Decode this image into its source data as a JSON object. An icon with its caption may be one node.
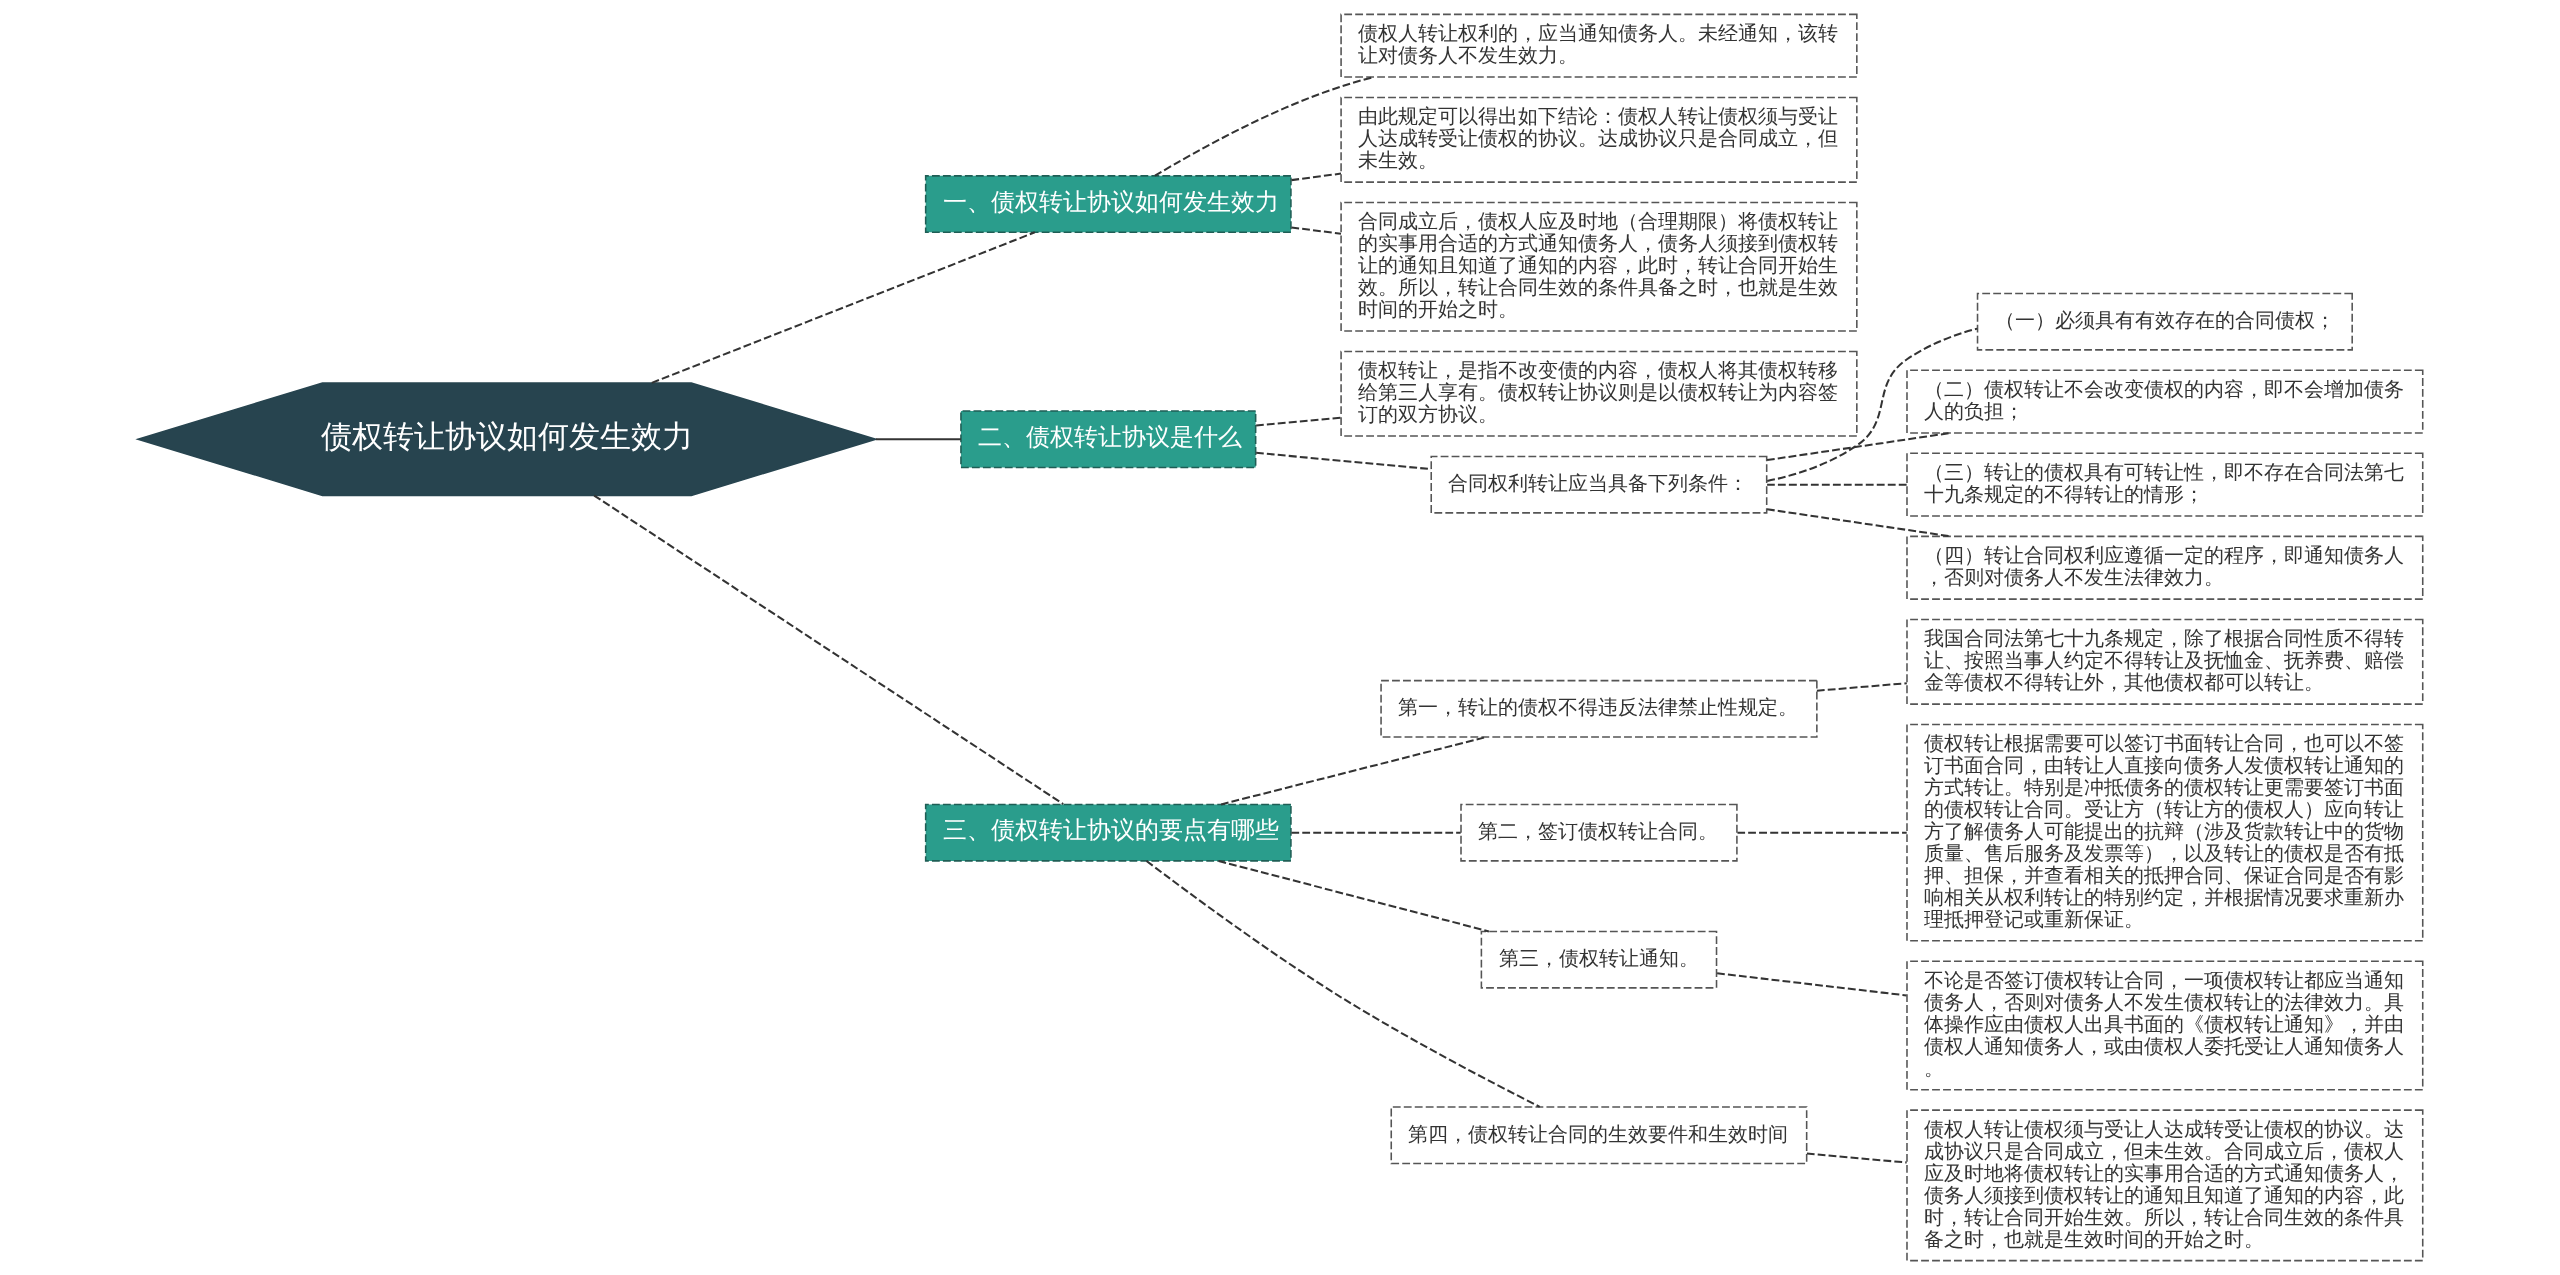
{
  "diagram": {
    "nodes": [
      {
        "text": [
          "债权转让协议如何发生效力"
        ]
      },
      {
        "text": [
          "一、债权转让协议如何发生效力"
        ]
      },
      {
        "text": [
          "债权人转让权利的，应当通知债务人。未经通知，该转让对债务人不发生效力。"
        ]
      },
      {
        "text": [
          "由此规定可以得出如下结论：债权人转让债权须与受让人达成转受让债权的协议。达成协议只是合同成立，但未生效。"
        ]
      },
      {
        "text": [
          "合同成立后，债权人应及时地（合理期限）将债权转让的实事用合适的方式通知债务人，债务人须接到债权转让的通知且知道了通知的内容，此时，转让合同开始生效。所以，转让合同生效的条件具备之时，也就是生效时间的开始之时。"
        ]
      },
      {
        "text": [
          "二、债权转让协议是什么"
        ]
      },
      {
        "text": [
          "债权转让，是指不改变债的内容，债权人将其债权转移给第三人享有。债权转让协议则是以债权转让为内容签订的双方协议。"
        ]
      },
      {
        "text": [
          "合同权利转让应当具备下列条件："
        ]
      },
      {
        "text": [
          "（一）必须具有有效存在的合同债权；"
        ]
      },
      {
        "text": [
          "（二）债权转让不会改变债权的内容，即不会增加债务人的负担；"
        ]
      },
      {
        "text": [
          "（三）转让的债权具有可转让性，即不存在合同法第七十九条规定的不得转让的情形；"
        ]
      },
      {
        "text": [
          "（四）转让合同权利应遵循一定的程序，即通知债务人，否则对债务人不发生法律效力。"
        ]
      },
      {
        "text": [
          "三、债权转让协议的要点有哪些"
        ]
      },
      {
        "text": [
          "第一，转让的债权不得违反法律禁止性规定。"
        ]
      },
      {
        "text": [
          "我国合同法第七十九条规定，除了根据合同性质不得转让、按照当事人约定不得转让及抚恤金、抚养费、赔偿金等债权不得转让外，其他债权都可以转让。"
        ]
      },
      {
        "text": [
          "第二，签订债权转让合同。"
        ]
      },
      {
        "text": [
          "债权转让根据需要可以签订书面转让合同，也可以不签订书面合同，由转让人直接向债务人发债权转让通知的方式转让。特别是冲抵债务的债权转让更需要签订书面的债权转让合同。受让方（转让方的债权人）应向转让方了解债务人可能提出的抗辩（涉及货款转让中的货物质量、售后服务及发票等），以及转让的债权是否有抵押、担保，并查看相关的抵押合同、保证合同是否有影响相关从权利转让的特别约定，并根据情况要求重新办理抵押登记或重新保证。"
        ]
      },
      {
        "text": [
          "第三，债权转让通知。"
        ]
      },
      {
        "text": [
          "不论是否签订债权转让合同，一项债权转让都应当通知债务人，否则对债务人不发生债权转让的法律效力。具体操作应由债权人出具书面的《债权转让通知》，并由债权人通知债务人，或由债权人委托受让人通知债务人。"
        ]
      },
      {
        "text": [
          "第四，债权转让合同的生效要件和生效时间"
        ]
      },
      {
        "text": [
          "债权人转让债权须与受让人达成转受让债权的协议。达成协议只是合同成立，但未生效。合同成立后，债权人应及时地将债权转让的实事用合适的方式通知债务人，债务人须接到债权转让的通知且知道了通知的内容，此时，转让合同开始生效。所以，转让合同生效的条件具备之时，也就是生效时间的开始之时。"
        ]
      }
    ],
    "edges": [
      {
        "from": 0,
        "to": 1,
        "arrow": "none",
        "style": "dashed"
      },
      {
        "from": 1,
        "to": 2,
        "arrow": "none",
        "style": "dashed"
      },
      {
        "from": 1,
        "to": 3,
        "arrow": "none",
        "style": "dashed"
      },
      {
        "from": 1,
        "to": 4,
        "arrow": "none",
        "style": "dashed"
      },
      {
        "from": 0,
        "to": 5,
        "arrow": "none"
      },
      {
        "from": 5,
        "to": 6,
        "arrow": "none",
        "style": "dashed"
      },
      {
        "from": 5,
        "to": 7,
        "arrow": "none",
        "style": "dashed"
      },
      {
        "from": 7,
        "to": 8,
        "arrow": "none",
        "style": "dashed"
      },
      {
        "from": 7,
        "to": 9,
        "arrow": "none",
        "style": "dashed"
      },
      {
        "from": 7,
        "to": 10,
        "arrow": "none",
        "style": "dashed"
      },
      {
        "from": 7,
        "to": 11,
        "arrow": "none",
        "style": "dashed"
      },
      {
        "from": 0,
        "to": 12,
        "arrow": "none",
        "style": "dashed"
      },
      {
        "from": 12,
        "to": 13,
        "arrow": "none",
        "style": "dashed"
      },
      {
        "from": 13,
        "to": 14,
        "arrow": "none",
        "style": "dashed"
      },
      {
        "from": 12,
        "to": 15,
        "arrow": "none",
        "style": "dashed"
      },
      {
        "from": 15,
        "to": 16,
        "arrow": "none",
        "style": "dashed"
      },
      {
        "from": 12,
        "to": 17,
        "arrow": "none",
        "style": "dashed"
      },
      {
        "from": 17,
        "to": 18,
        "arrow": "none",
        "style": "dashed"
      },
      {
        "from": 12,
        "to": 19,
        "arrow": "none",
        "style": "dashed"
      },
      {
        "from": 19,
        "to": 20,
        "arrow": "none",
        "style": "dashed"
      }
    ]
  }
}
